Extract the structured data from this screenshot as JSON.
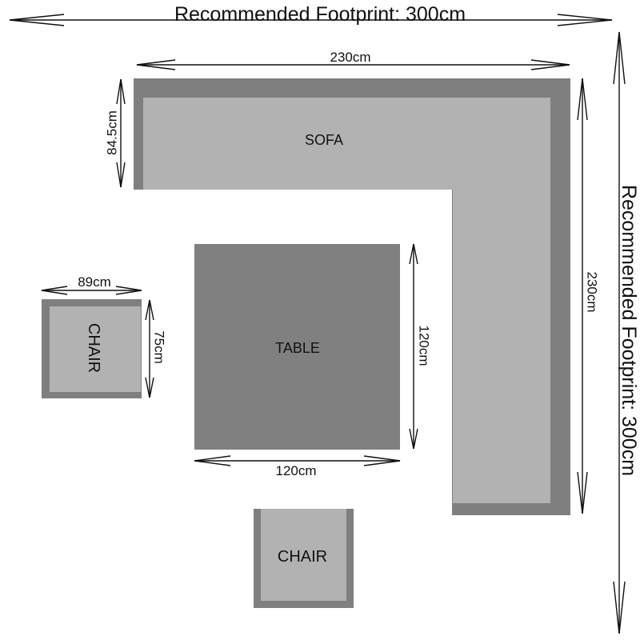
{
  "footprint": {
    "top_label": "Recommended Footprint: 300cm",
    "right_label": "Recommended Footprint: 300cm"
  },
  "sofa": {
    "label": "SOFA",
    "width_label": "230cm",
    "depth_label": "84.5cm",
    "length_label": "230cm"
  },
  "table": {
    "label": "TABLE",
    "width_label": "120cm",
    "depth_label": "120cm"
  },
  "chair_left": {
    "label": "CHAIR",
    "width_label": "89cm",
    "depth_label": "75cm"
  },
  "chair_bottom": {
    "label": "CHAIR"
  },
  "colors": {
    "frame": "#7f7f7f",
    "cushion": "#b2b2b2",
    "table": "#808080",
    "line": "#111111"
  }
}
